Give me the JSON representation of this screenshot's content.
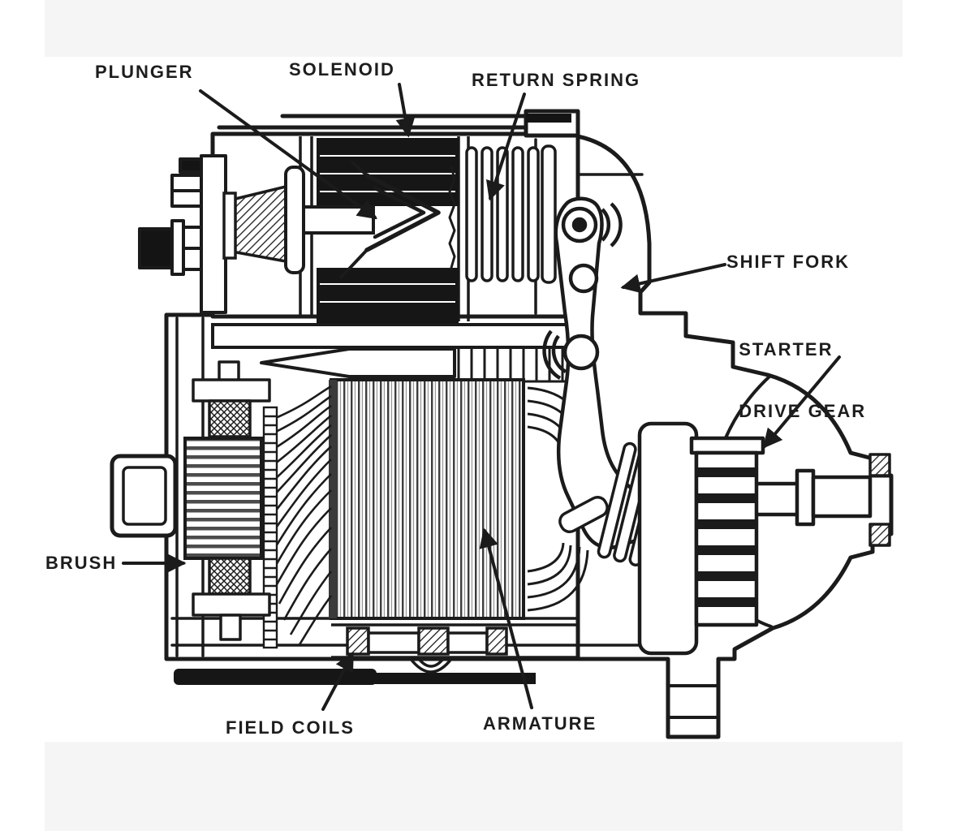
{
  "diagram": {
    "figure": "starter-motor-cutaway",
    "labels": {
      "plunger": "PLUNGER",
      "solenoid": "SOLENOID",
      "return_spring": "RETURN SPRING",
      "shift_fork": "SHIFT FORK",
      "starter_drive_gear": {
        "line1": "STARTER",
        "line2": "DRIVE GEAR"
      },
      "brush": "BRUSH",
      "field_coils": "FIELD COILS",
      "armature": "ARMATURE"
    },
    "colors": {
      "line": "#1b1b1b",
      "background": "#ffffff",
      "margin_band": "#f5f5f6",
      "fill_dark": "#161616"
    }
  }
}
